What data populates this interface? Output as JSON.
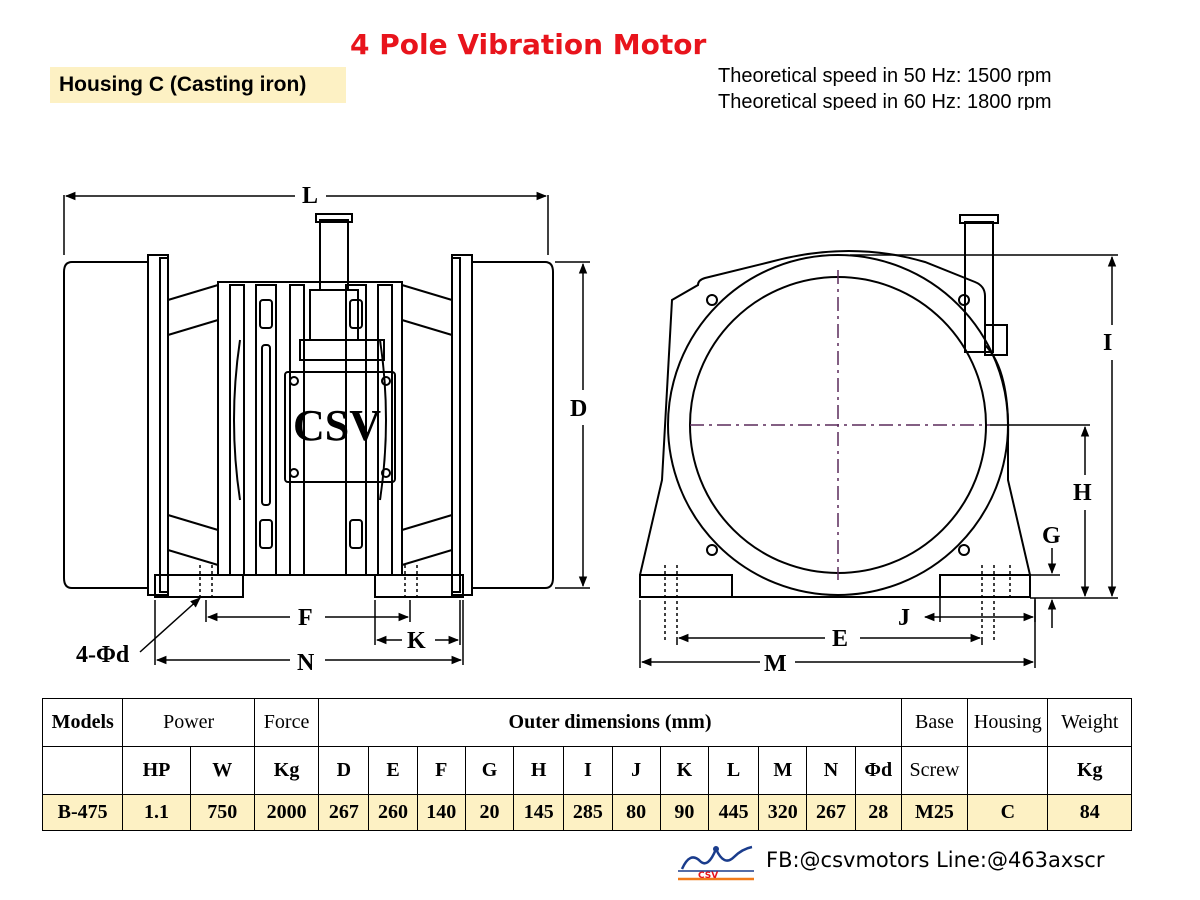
{
  "title": "4 Pole Vibration Motor",
  "housing_label": "Housing C (Casting iron)",
  "speed": {
    "line1_text": "Theoretical speed in 50 Hz:",
    "line1_value": "1500 rpm",
    "line2_text": "Theoretical speed in 60 Hz:",
    "line2_value": "1800 rpm"
  },
  "drawing": {
    "brand": "CSV",
    "dims": {
      "L": "L",
      "D": "D",
      "F": "F",
      "K": "K",
      "N": "N",
      "hole": "4-Φd",
      "I": "I",
      "H": "H",
      "G": "G",
      "J": "J",
      "E": "E",
      "M": "M"
    }
  },
  "table": {
    "header1": {
      "models": "Models",
      "power": "Power",
      "force": "Force",
      "outer": "Outer dimensions (mm)",
      "base": "Base",
      "housing": "Housing",
      "weight": "Weight"
    },
    "header2": {
      "hp": "HP",
      "w": "W",
      "kg": "Kg",
      "d": "D",
      "e": "E",
      "f": "F",
      "g": "G",
      "h": "H",
      "i": "I",
      "j": "J",
      "k": "K",
      "l": "L",
      "m": "M",
      "n": "N",
      "phid": "Φd",
      "screw": "Screw",
      "housing": "",
      "weight_unit": "Kg"
    },
    "row": {
      "model": "B-475",
      "hp": "1.1",
      "w": "750",
      "force": "2000",
      "d": "267",
      "e": "260",
      "f": "140",
      "g": "20",
      "h": "145",
      "i": "285",
      "j": "80",
      "k": "90",
      "l": "445",
      "m": "320",
      "n": "267",
      "phid": "28",
      "screw": "M25",
      "housing": "C",
      "weight": "84"
    }
  },
  "footer": {
    "logo_text": "CSV",
    "contact": "FB:@csvmotors  Line:@463axscr"
  },
  "colors": {
    "title": "#e8141c",
    "highlight": "#fdf1c4",
    "centerline": "#5a2a5a"
  }
}
